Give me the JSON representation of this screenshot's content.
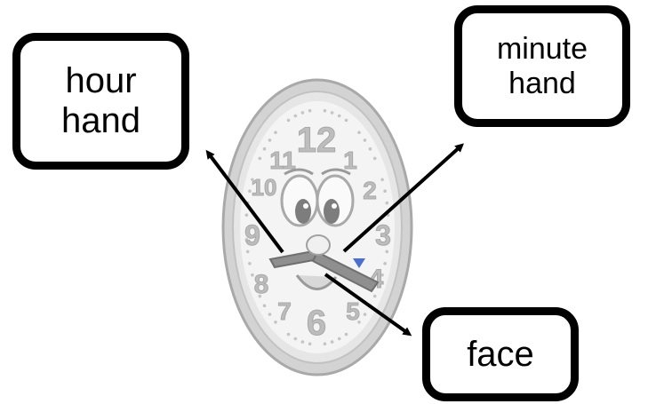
{
  "labels": {
    "hour_hand": "hour\nhand",
    "minute_hand": "minute\nhand",
    "face": "face"
  },
  "clock": {
    "numerals": [
      "12",
      "1",
      "2",
      "3",
      "4",
      "5",
      "6",
      "7",
      "8",
      "9",
      "10",
      "11"
    ],
    "style": "faded cartoon clock with eyes, nose and smiling mouth"
  },
  "colors": {
    "box_border": "#000000",
    "arrow": "#000000",
    "clock_rim": "#b9b9b9",
    "clock_face": "#f4f4f4",
    "numeral": "#bdbdbd",
    "pointer_accent": "#4a6fd0"
  }
}
